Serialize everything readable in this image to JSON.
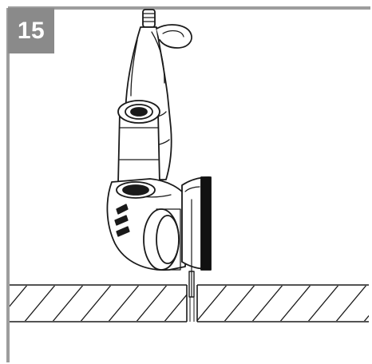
{
  "step": {
    "number": "15"
  },
  "colors": {
    "frame": "#9d9d9d",
    "badge": "#8a8a8a",
    "ink": "#1a1a1a",
    "guard": "#111111",
    "paper": "#ffffff"
  },
  "illustration": {
    "subject": "angle-grinder-icon",
    "workpiece": "hatched-slab",
    "cut": "kerf-slot"
  }
}
